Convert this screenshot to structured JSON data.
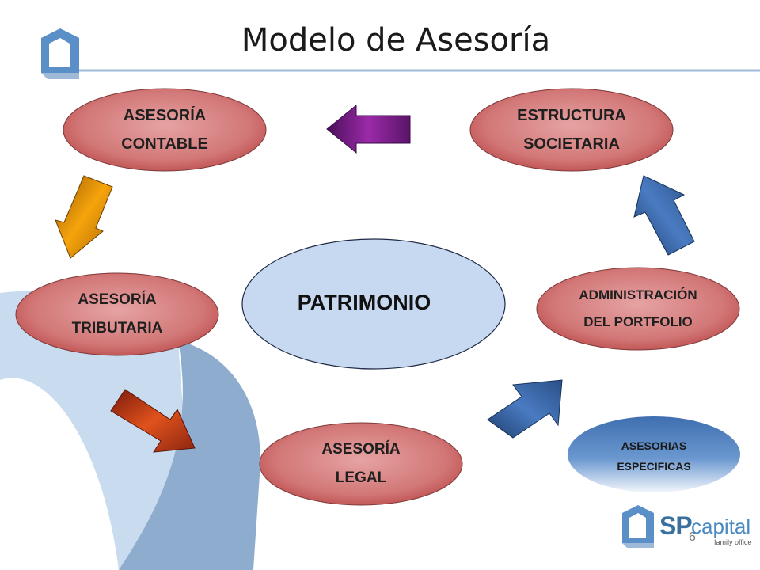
{
  "title": "Modelo de Asesoría",
  "center": {
    "label": "PATRIMONIO"
  },
  "nodes": {
    "contable": {
      "line1": "ASESORÍA",
      "line2": "CONTABLE"
    },
    "estructura": {
      "line1": "ESTRUCTURA",
      "line2": "SOCIETARIA"
    },
    "tributaria": {
      "line1": "ASESORÍA",
      "line2": "TRIBUTARIA"
    },
    "administracion": {
      "line1": "ADMINISTRACIÓN",
      "line2": "DEL PORTFOLIO"
    },
    "legal": {
      "line1": "ASESORÍA",
      "line2": "LEGAL"
    },
    "especificas": {
      "line1": "ASESORIAS",
      "line2": "ESPECIFICAS"
    }
  },
  "colors": {
    "red_node_mid": "#d97c7c",
    "red_node_dark": "#c0504d",
    "center_fill": "#c6d9f1",
    "blue_node": "#4f81bd",
    "arrow_purple": "#7a1f8c",
    "arrow_orange": "#f29c00",
    "arrow_redorange": "#d2421b",
    "arrow_blue": "#3d6aa8",
    "decor_light": "#c6d9ee",
    "decor_mid": "#8eaece"
  },
  "page_number": "6",
  "logo": {
    "sp": "SP",
    "capital": "capital",
    "sub": "family office"
  }
}
